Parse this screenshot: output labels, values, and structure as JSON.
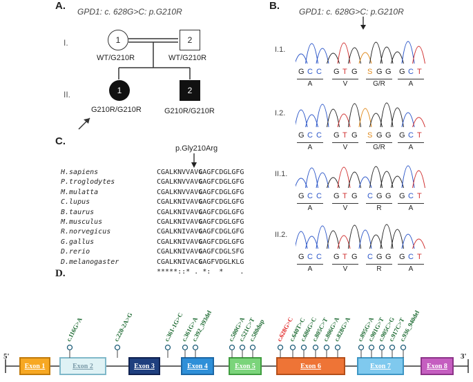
{
  "panels": {
    "a": "A.",
    "b": "B.",
    "c": "C.",
    "d": "D."
  },
  "pedigree": {
    "title": "GPD1: c. 628G>C: p.G210R",
    "gen1": "I.",
    "gen2": "II.",
    "i1": {
      "number": "1",
      "genotype": "WT/G210R"
    },
    "i2": {
      "number": "2",
      "genotype": "WT/G210R"
    },
    "ii1": {
      "number": "1",
      "genotype": "G210R/G210R"
    },
    "ii2": {
      "number": "2",
      "genotype": "G210R/G210R"
    }
  },
  "chromatograms": {
    "title": "GPD1: c. 628G>C: p.G210R",
    "rows": [
      {
        "label": "I.1.",
        "codons": [
          [
            "G",
            "C",
            "C"
          ],
          [
            "G",
            "T",
            "G"
          ],
          [
            "S",
            "G",
            "G"
          ],
          [
            "G",
            "C",
            "T"
          ]
        ],
        "aa": [
          "A",
          "V",
          "G/R",
          "A"
        ]
      },
      {
        "label": "I.2.",
        "codons": [
          [
            "G",
            "C",
            "C"
          ],
          [
            "G",
            "T",
            "G"
          ],
          [
            "S",
            "G",
            "G"
          ],
          [
            "G",
            "C",
            "T"
          ]
        ],
        "aa": [
          "A",
          "V",
          "G/R",
          "A"
        ]
      },
      {
        "label": "II.1.",
        "codons": [
          [
            "G",
            "C",
            "C"
          ],
          [
            "G",
            "T",
            "G"
          ],
          [
            "C",
            "G",
            "G"
          ],
          [
            "G",
            "C",
            "T"
          ]
        ],
        "aa": [
          "A",
          "V",
          "R",
          "A"
        ]
      },
      {
        "label": "II.2.",
        "codons": [
          [
            "G",
            "C",
            "C"
          ],
          [
            "G",
            "T",
            "G"
          ],
          [
            "C",
            "G",
            "G"
          ],
          [
            "G",
            "C",
            "T"
          ]
        ],
        "aa": [
          "A",
          "V",
          "R",
          "A"
        ]
      }
    ]
  },
  "alignment": {
    "marker": "p.Gly210Arg",
    "rows": [
      {
        "species": "H.sapiens",
        "pre": "CGALKNVVAV",
        "g": "G",
        "post": "AGFCDGLGFG"
      },
      {
        "species": "P.troglodytes",
        "pre": "CGALKNVVAV",
        "g": "G",
        "post": "AGFCDGLGFG"
      },
      {
        "species": "M.mulatta",
        "pre": "CGALKNVVAV",
        "g": "G",
        "post": "AGFCDGLGFG"
      },
      {
        "species": "C.lupus",
        "pre": "CGALKNIVAV",
        "g": "G",
        "post": "AGFCDGLGFG"
      },
      {
        "species": "B.taurus",
        "pre": "CGALKNIVAV",
        "g": "G",
        "post": "AGFCDGLGFG"
      },
      {
        "species": "M.musculus",
        "pre": "CGALKNIVAV",
        "g": "G",
        "post": "AGFCDGLGFG"
      },
      {
        "species": "R.norvegicus",
        "pre": "CGALKNIVAV",
        "g": "G",
        "post": "AGFCDGLGFG"
      },
      {
        "species": "G.gallus",
        "pre": "CGALKNIVAV",
        "g": "G",
        "post": "AGFCDGLGFG"
      },
      {
        "species": "D.rerio",
        "pre": "CGALKNIVAV",
        "g": "G",
        "post": "AGFCDGLSFG"
      },
      {
        "species": "D.melanogaster",
        "pre": "CGALKNIVAC",
        "g": "G",
        "post": "AGFVDGLKLG"
      }
    ],
    "conservation": "*****::* . *:  *    ."
  },
  "gene": {
    "five": "5'",
    "three": "3'",
    "exons": [
      {
        "label": "Exon 1",
        "fill": "#f7a823",
        "border": "#c07a0b",
        "color": "#ffffff"
      },
      {
        "label": "Exon 2",
        "fill": "#dff2f5",
        "border": "#7fb8c9",
        "color": "#7a9aa8"
      },
      {
        "label": "Exon 3",
        "fill": "#1f3f7f",
        "border": "#0f2150",
        "color": "#ffffff"
      },
      {
        "label": "Exon 4",
        "fill": "#2e8fd8",
        "border": "#1c67a5",
        "color": "#ffffff"
      },
      {
        "label": "Exon 5",
        "fill": "#7bd47b",
        "border": "#3f9c3f",
        "color": "#ffffff"
      },
      {
        "label": "Exon 6",
        "fill": "#ee7436",
        "border": "#b44e19",
        "color": "#ffffff"
      },
      {
        "label": "Exon 7",
        "fill": "#7fc9ee",
        "border": "#3e96c4",
        "color": "#ffffff"
      },
      {
        "label": "Exon 8",
        "fill": "#c55ec0",
        "border": "#8c3388",
        "color": "#ffffff"
      }
    ],
    "variants": [
      {
        "label": "c.116G>A",
        "color": "#1e6b33"
      },
      {
        "label": "c.220-2A>G",
        "color": "#1e6b33"
      },
      {
        "label": "c.361-1G>C",
        "color": "#1e6b33"
      },
      {
        "label": "c.361G>A",
        "color": "#1e6b33"
      },
      {
        "label": "c.392_393del",
        "color": "#1e6b33"
      },
      {
        "label": "c.500G>A",
        "color": "#1e6b33"
      },
      {
        "label": "c.521C>T",
        "color": "#1e6b33"
      },
      {
        "label": "c.580dup",
        "color": "#1e6b33"
      },
      {
        "label": "c.628G>C",
        "color": "#e02020"
      },
      {
        "label": "c.640T>C",
        "color": "#1e6b33"
      },
      {
        "label": "c.686G>C",
        "color": "#1e6b33"
      },
      {
        "label": "c.805C>T",
        "color": "#1e6b33"
      },
      {
        "label": "c.806G>A",
        "color": "#1e6b33"
      },
      {
        "label": "c.828G>A",
        "color": "#1e6b33"
      },
      {
        "label": "c.895G>A",
        "color": "#1e6b33"
      },
      {
        "label": "c.901G>T",
        "color": "#1e6b33"
      },
      {
        "label": "c.905C>G",
        "color": "#1e6b33"
      },
      {
        "label": "c.917C>T",
        "color": "#1e6b33"
      },
      {
        "label": "c.936_940del",
        "color": "#1e6b33"
      }
    ]
  }
}
